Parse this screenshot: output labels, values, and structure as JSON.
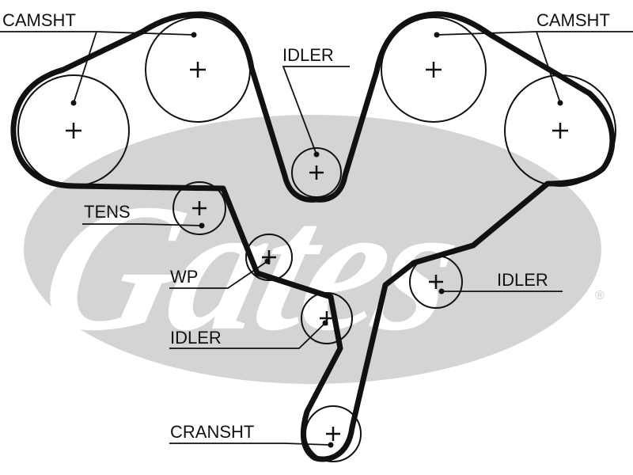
{
  "labels": {
    "camshaft_left": "CAMSHT",
    "camshaft_right": "CAMSHT",
    "idler_top": "IDLER",
    "tensioner": "TENS",
    "water_pump": "WP",
    "idler_lower_left": "IDLER",
    "idler_right": "IDLER",
    "crankshaft": "CRANSHT"
  },
  "watermark": {
    "brand": "Gates",
    "registered_mark": "®"
  },
  "colors": {
    "belt": "#111111",
    "pulley": "#111111",
    "watermark": "#d4d4d4",
    "background": "#ffffff"
  }
}
